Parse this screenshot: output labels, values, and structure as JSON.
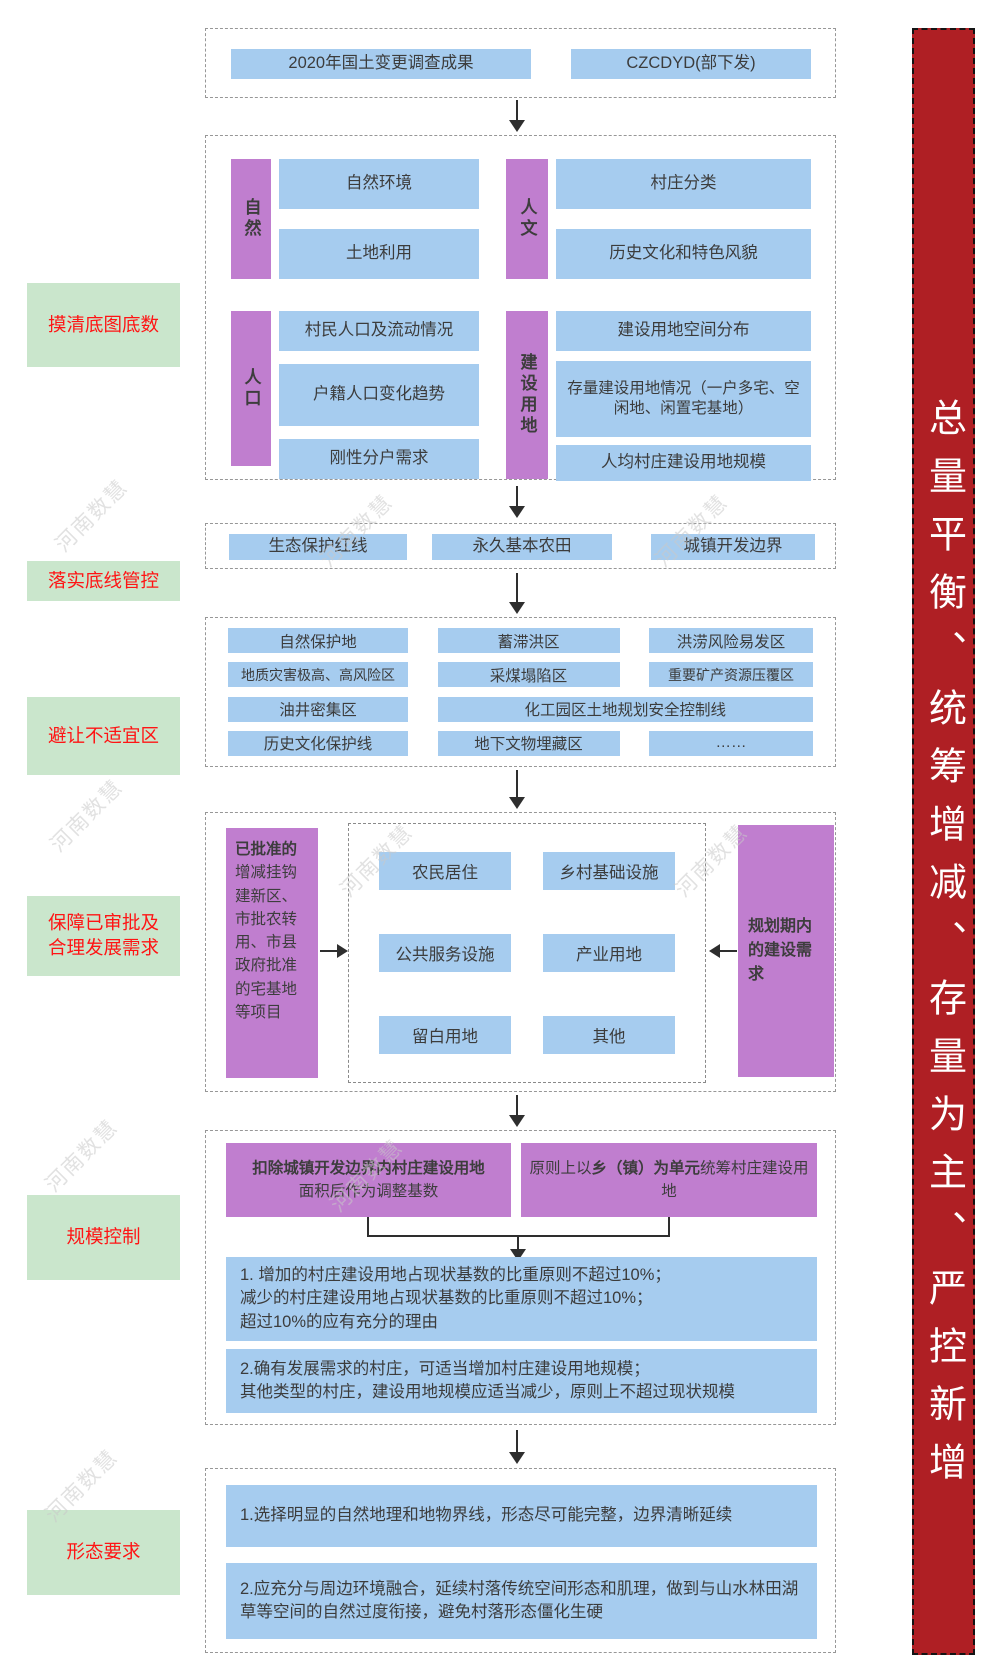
{
  "watermark": "河南数慧",
  "sidebar": {
    "text": "总量平衡、统筹增减、存量为主、严控新增"
  },
  "stages": {
    "s1": "摸清底图底数",
    "s2": "落实底线管控",
    "s3": "避让不适宜区",
    "s4": "保障已审批及\n合理发展需求",
    "s5": "规模控制",
    "s6": "形态要求"
  },
  "top": {
    "source1": "2020年国土变更调查成果",
    "source2": "CZCDYD(部下发)"
  },
  "survey": {
    "natural": {
      "label": "自然",
      "items": [
        "自然环境",
        "土地利用"
      ]
    },
    "humanity": {
      "label": "人文",
      "items": [
        "村庄分类",
        "历史文化和特色风貌"
      ]
    },
    "population": {
      "label": "人口",
      "items": [
        "村民人口及流动情况",
        "户籍人口变化趋势",
        "刚性分户需求"
      ]
    },
    "construction": {
      "label": "建设用地",
      "items": [
        "建设用地空间分布",
        "存量建设用地情况（一户多宅、空闲地、闲置宅基地）",
        "人均村庄建设用地规模"
      ]
    }
  },
  "redlines": [
    "生态保护红线",
    "永久基本农田",
    "城镇开发边界"
  ],
  "avoid": {
    "rows": [
      [
        "自然保护地",
        "蓄滞洪区",
        "洪涝风险易发区"
      ],
      [
        "地质灾害极高、高风险区",
        "采煤塌陷区",
        "重要矿产资源压覆区"
      ],
      [
        "油井密集区",
        "化工园区土地规划安全控制线"
      ],
      [
        "历史文化保护线",
        "地下文物埋藏区",
        "……"
      ]
    ]
  },
  "demand": {
    "approved_bold": "已批准的",
    "approved_rest": "增减挂钩建新区、市批农转用、市县政府批准的宅基地等项目",
    "items": [
      "农民居住",
      "乡村基础设施",
      "公共服务设施",
      "产业用地",
      "留白用地",
      "其他"
    ],
    "right": "规划期内的建设需求"
  },
  "scale": {
    "deduct_bold": "扣除城镇开发边界内村庄建设用地",
    "deduct_rest": "面积后作为调整基数",
    "unit_pre": "原则上以",
    "unit_bold": "乡（镇）为单元",
    "unit_post": "统筹村庄建设用地",
    "note1": "1. 增加的村庄建设用地占现状基数的比重原则不超过10%；\n减少的村庄建设用地占现状基数的比重原则不超过10%；\n超过10%的应有充分的理由",
    "note2": "2.确有发展需求的村庄，可适当增加村庄建设用地规模；\n其他类型的村庄，建设用地规模应适当减少，原则上不超过现状规模"
  },
  "form": {
    "note1": "1.选择明显的自然地理和地物界线，形态尽可能完整，边界清晰延续",
    "note2": "2.应充分与周边环境融合，延续村落传统空间形态和肌理，做到与山水林田湖草等空间的自然过度衔接，避免村落形态僵化生硬"
  },
  "colors": {
    "blue": "#A6CCEF",
    "purple": "#C07ECF",
    "green": "#CAE6CC",
    "red_bar": "#AF1F24",
    "label_red": "#FF1414",
    "arrow": "#2e2e2e"
  }
}
